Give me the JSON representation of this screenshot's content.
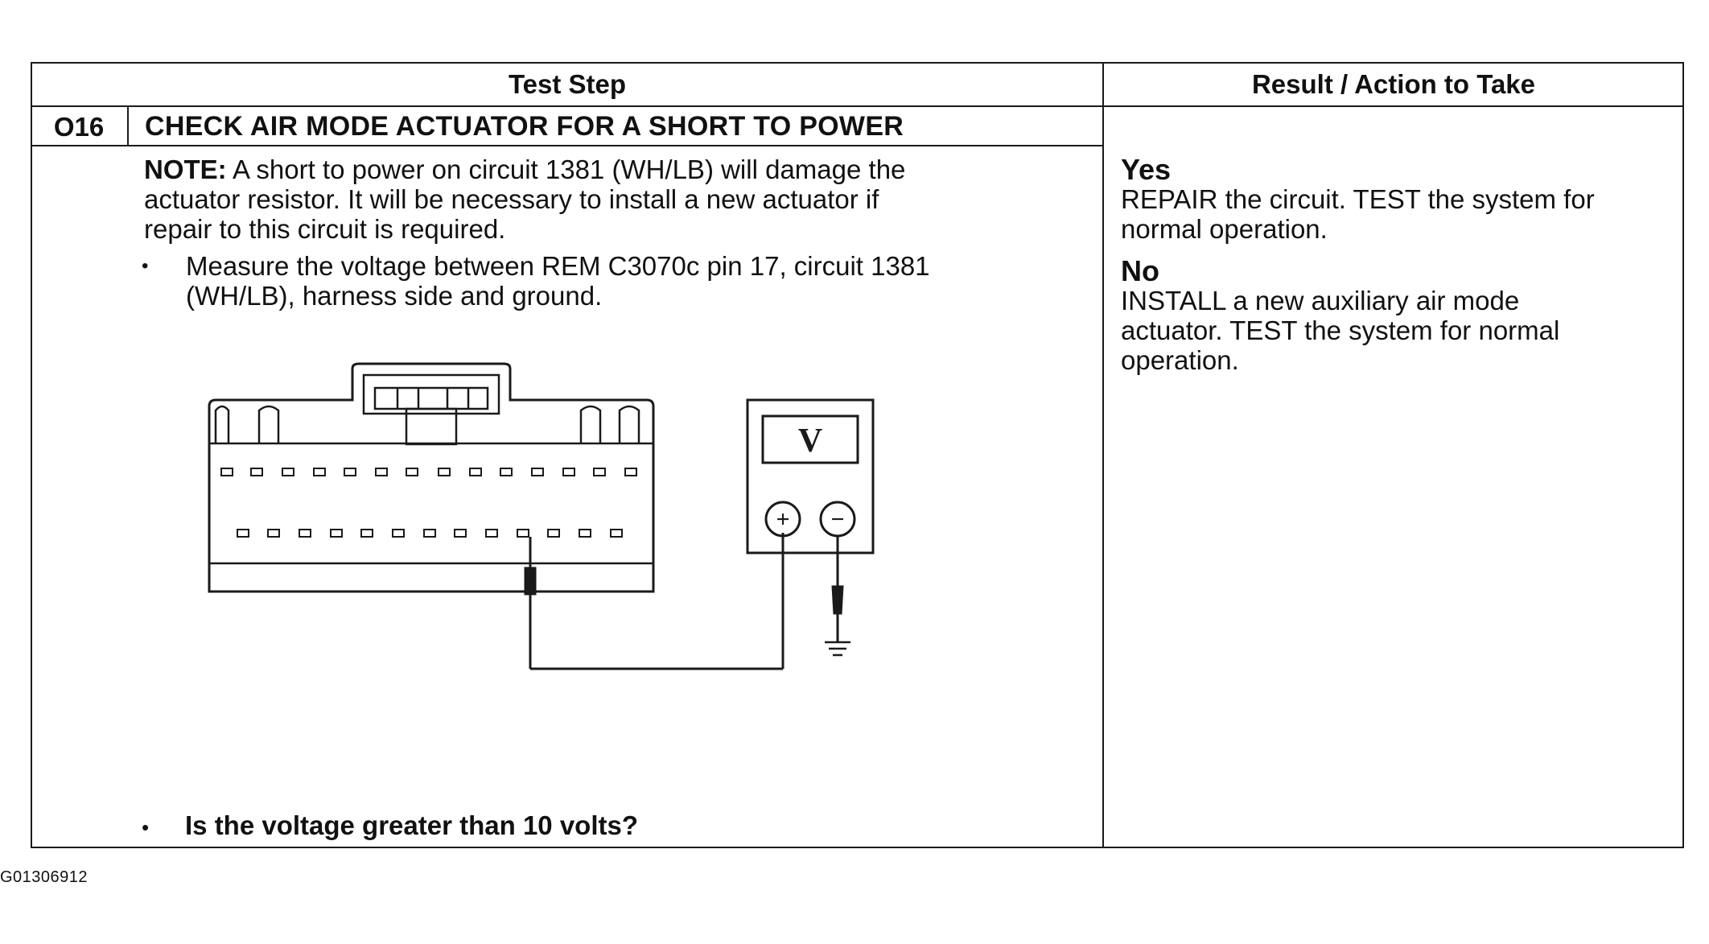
{
  "header": {
    "col_test_step": "Test Step",
    "col_result": "Result / Action to Take"
  },
  "step": {
    "number": "O16",
    "title": "CHECK AIR MODE ACTUATOR FOR A SHORT TO POWER",
    "note_label": "NOTE:",
    "note_lines": [
      " A short to power on circuit 1381 (WH/LB) will damage the",
      "actuator resistor. It will be necessary to install a new actuator if",
      "repair to this circuit is required."
    ],
    "bullet_symbol": "•",
    "measure_lines": [
      "Measure the voltage between REM C3070c pin 17, circuit 1381",
      "(WH/LB), harness side and ground."
    ],
    "question": "Is the voltage greater than 10 volts?"
  },
  "diagram": {
    "meter_display": "V",
    "plus_symbol": "+",
    "minus_symbol": "−"
  },
  "results": {
    "yes_label": "Yes",
    "yes_lines": [
      "REPAIR the circuit. TEST the system for",
      "normal operation."
    ],
    "no_label": "No",
    "no_lines": [
      "INSTALL a new auxiliary air mode",
      "actuator. TEST the system for normal",
      "operation."
    ]
  },
  "figure_id": "G01306912"
}
